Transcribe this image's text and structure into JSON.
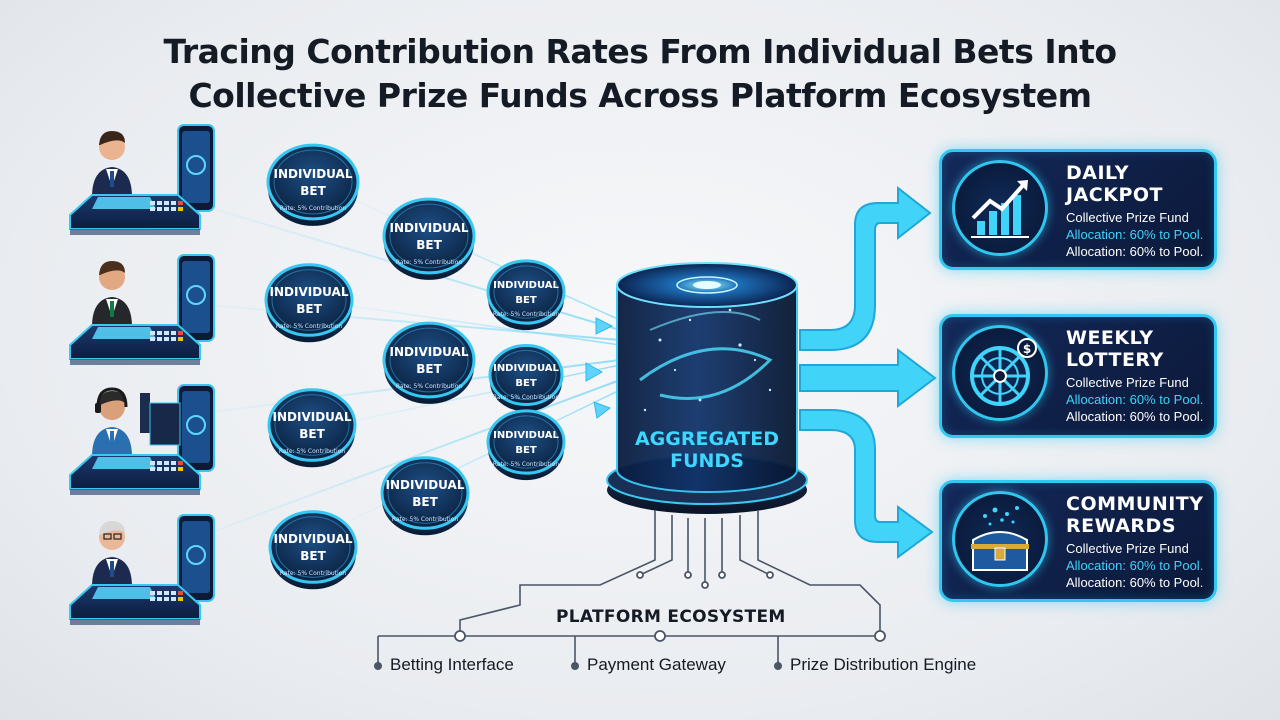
{
  "title": {
    "line1": "Tracing Contribution Rates From Individual Bets Into",
    "line2": "Collective Prize Funds Across Platform Ecosystem"
  },
  "bet_coin": {
    "label_line1": "INDIVIDUAL",
    "label_line2": "BET",
    "sublabel": "Rate: 5% Contribution"
  },
  "center": {
    "label_line1": "AGGREGATED",
    "label_line2": "FUNDS"
  },
  "funds": [
    {
      "title_line1": "DAILY",
      "title_line2": "JACKPOT",
      "icon": "trend-chart-icon",
      "subtitle": "Collective Prize Fund",
      "allocation_1": "Allocation: 60% to Pool.",
      "allocation_2": "Allocation: 60% to Pool."
    },
    {
      "title_line1": "WEEKLY",
      "title_line2": "LOTTERY",
      "icon": "lottery-wheel-icon",
      "subtitle": "Collective Prize Fund",
      "allocation_1": "Allocation: 60% to Pool.",
      "allocation_2": "Allocation: 60% to Pool."
    },
    {
      "title_line1": "COMMUNITY",
      "title_line2": "REWARDS",
      "icon": "treasure-chest-icon",
      "subtitle": "Collective Prize Fund",
      "allocation_1": "Allocation: 60% to Pool.",
      "allocation_2": "Allocation: 60% to Pool."
    }
  ],
  "ecosystem": {
    "title": "PLATFORM ECOSYSTEM",
    "components": [
      "Betting Interface",
      "Payment Gateway",
      "Prize Distribution Engine"
    ]
  },
  "colors": {
    "accent": "#33c8f2",
    "navy": "#0b1838",
    "coin": "#153a66"
  }
}
